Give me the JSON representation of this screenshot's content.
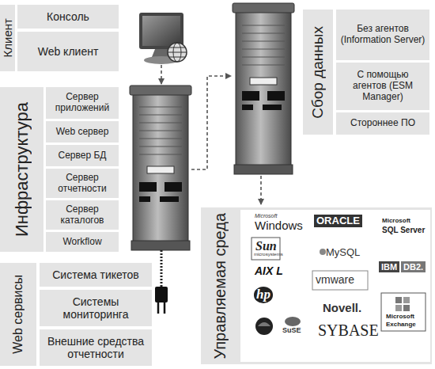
{
  "diagram": {
    "nodes": [
      {
        "text": [
          "Клиент"
        ]
      },
      {
        "text": [
          "Консоль"
        ],
        "in": 0
      },
      {
        "text": [
          "Web клиент"
        ],
        "in": 0
      },
      {
        "text": [
          "Инфраструктура"
        ]
      },
      {
        "text": [
          "Сервер приложений"
        ],
        "in": 3
      },
      {
        "text": [
          "Web сервер"
        ],
        "in": 3
      },
      {
        "text": [
          "Сервер БД"
        ],
        "in": 3
      },
      {
        "text": [
          "Сервер отчетности"
        ],
        "in": 3
      },
      {
        "text": [
          "Сервер каталогов"
        ],
        "in": 3
      },
      {
        "text": [
          "Workflow"
        ],
        "in": 3
      },
      {
        "text": [
          "Web сервисы"
        ]
      },
      {
        "text": [
          "Система тикетов"
        ],
        "in": 10
      },
      {
        "text": [
          "Системы мониторинга"
        ],
        "in": 10
      },
      {
        "text": [
          "Внешние средства отчетности"
        ],
        "in": 10
      },
      {
        "text": [
          "Сбор данных"
        ]
      },
      {
        "text": [
          "Без агентов (Information Server)"
        ],
        "in": 14
      },
      {
        "text": [
          "С помощью агентов (ESM Manager)"
        ],
        "in": 14
      },
      {
        "text": [
          "Стороннее ПО"
        ],
        "in": 14
      },
      {
        "text": [
          "Управляемая среда"
        ]
      }
    ],
    "labels": [
      "Microsoft",
      "Windows",
      "ORACLE",
      "Microsoft",
      "SQL Server",
      "Sun",
      "microsystems",
      "MySQL",
      "IBM",
      "DB2.",
      "AIX L",
      "vmware",
      "hp",
      "Novell.",
      "Microsoft",
      "Exchange",
      "SuSE",
      "SYBASE"
    ]
  }
}
